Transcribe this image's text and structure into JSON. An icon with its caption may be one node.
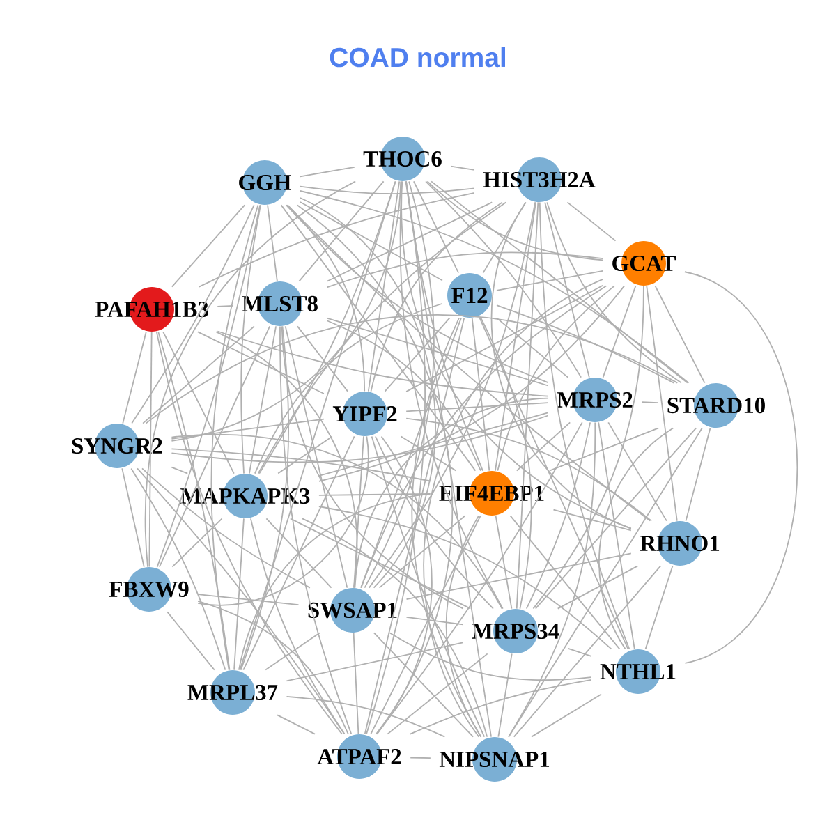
{
  "diagram": {
    "title": "COAD normal",
    "nodes": [
      {
        "text": [
          "THOC6"
        ]
      },
      {
        "text": [
          "HIST3H2A"
        ]
      },
      {
        "text": [
          "GGH"
        ]
      },
      {
        "text": [
          "GCAT"
        ]
      },
      {
        "text": [
          "PAFAH1B3"
        ]
      },
      {
        "text": [
          "MLST8"
        ]
      },
      {
        "text": [
          "F12"
        ]
      },
      {
        "text": [
          "MRPS2"
        ]
      },
      {
        "text": [
          "STARD10"
        ]
      },
      {
        "text": [
          "SYNGR2"
        ]
      },
      {
        "text": [
          "YIPF2"
        ]
      },
      {
        "text": [
          "MAPKAPK3"
        ]
      },
      {
        "text": [
          "EIF4EBP1"
        ]
      },
      {
        "text": [
          "RHNO1"
        ]
      },
      {
        "text": [
          "FBXW9"
        ]
      },
      {
        "text": [
          "SWSAP1"
        ]
      },
      {
        "text": [
          "MRPS34"
        ]
      },
      {
        "text": [
          "NTHL1"
        ]
      },
      {
        "text": [
          "MRPL37"
        ]
      },
      {
        "text": [
          "ATPAF2"
        ]
      },
      {
        "text": [
          "NIPSNAP1"
        ]
      }
    ],
    "edges": [
      {
        "from": 0,
        "to": 1,
        "arrow": "none"
      },
      {
        "from": 0,
        "to": 2,
        "arrow": "none"
      },
      {
        "from": 0,
        "to": 3,
        "arrow": "none"
      },
      {
        "from": 0,
        "to": 5,
        "arrow": "none"
      },
      {
        "from": 0,
        "to": 6,
        "arrow": "none"
      },
      {
        "from": 0,
        "to": 7,
        "arrow": "none"
      },
      {
        "from": 0,
        "to": 8,
        "arrow": "none"
      },
      {
        "from": 0,
        "to": 9,
        "arrow": "none"
      },
      {
        "from": 0,
        "to": 10,
        "arrow": "none"
      },
      {
        "from": 0,
        "to": 11,
        "arrow": "none"
      },
      {
        "from": 0,
        "to": 12,
        "arrow": "none"
      },
      {
        "from": 0,
        "to": 13,
        "arrow": "none"
      },
      {
        "from": 0,
        "to": 14,
        "arrow": "none"
      },
      {
        "from": 0,
        "to": 15,
        "arrow": "none"
      },
      {
        "from": 0,
        "to": 16,
        "arrow": "none"
      },
      {
        "from": 0,
        "to": 18,
        "arrow": "none"
      },
      {
        "from": 0,
        "to": 19,
        "arrow": "none"
      },
      {
        "from": 0,
        "to": 20,
        "arrow": "none"
      },
      {
        "from": 1,
        "to": 2,
        "arrow": "none"
      },
      {
        "from": 1,
        "to": 3,
        "arrow": "none"
      },
      {
        "from": 1,
        "to": 4,
        "arrow": "none"
      },
      {
        "from": 1,
        "to": 5,
        "arrow": "none"
      },
      {
        "from": 1,
        "to": 6,
        "arrow": "none"
      },
      {
        "from": 1,
        "to": 7,
        "arrow": "none"
      },
      {
        "from": 1,
        "to": 8,
        "arrow": "none"
      },
      {
        "from": 1,
        "to": 10,
        "arrow": "none"
      },
      {
        "from": 1,
        "to": 11,
        "arrow": "none"
      },
      {
        "from": 1,
        "to": 12,
        "arrow": "none"
      },
      {
        "from": 1,
        "to": 13,
        "arrow": "none"
      },
      {
        "from": 1,
        "to": 15,
        "arrow": "none"
      },
      {
        "from": 1,
        "to": 16,
        "arrow": "none"
      },
      {
        "from": 1,
        "to": 17,
        "arrow": "none"
      },
      {
        "from": 2,
        "to": 4,
        "arrow": "none"
      },
      {
        "from": 2,
        "to": 5,
        "arrow": "none"
      },
      {
        "from": 2,
        "to": 6,
        "arrow": "none"
      },
      {
        "from": 2,
        "to": 7,
        "arrow": "none"
      },
      {
        "from": 2,
        "to": 8,
        "arrow": "none"
      },
      {
        "from": 2,
        "to": 9,
        "arrow": "none"
      },
      {
        "from": 2,
        "to": 10,
        "arrow": "none"
      },
      {
        "from": 2,
        "to": 11,
        "arrow": "none"
      },
      {
        "from": 2,
        "to": 12,
        "arrow": "none"
      },
      {
        "from": 2,
        "to": 13,
        "arrow": "none"
      },
      {
        "from": 2,
        "to": 14,
        "arrow": "none"
      },
      {
        "from": 2,
        "to": 15,
        "arrow": "none"
      },
      {
        "from": 2,
        "to": 18,
        "arrow": "none"
      },
      {
        "from": 2,
        "to": 19,
        "arrow": "none"
      },
      {
        "from": 3,
        "to": 5,
        "arrow": "none"
      },
      {
        "from": 3,
        "to": 6,
        "arrow": "none"
      },
      {
        "from": 3,
        "to": 7,
        "arrow": "none"
      },
      {
        "from": 3,
        "to": 8,
        "arrow": "none"
      },
      {
        "from": 3,
        "to": 10,
        "arrow": "none"
      },
      {
        "from": 3,
        "to": 11,
        "arrow": "none"
      },
      {
        "from": 3,
        "to": 12,
        "arrow": "none"
      },
      {
        "from": 3,
        "to": 13,
        "arrow": "none"
      },
      {
        "from": 3,
        "to": 15,
        "arrow": "none"
      },
      {
        "from": 3,
        "to": 16,
        "arrow": "none"
      },
      {
        "from": 3,
        "to": 17,
        "arrow": "none"
      },
      {
        "from": 3,
        "to": 20,
        "arrow": "none"
      },
      {
        "from": 4,
        "to": 5,
        "arrow": "none"
      },
      {
        "from": 4,
        "to": 7,
        "arrow": "none"
      },
      {
        "from": 4,
        "to": 9,
        "arrow": "none"
      },
      {
        "from": 4,
        "to": 10,
        "arrow": "none"
      },
      {
        "from": 4,
        "to": 11,
        "arrow": "none"
      },
      {
        "from": 4,
        "to": 14,
        "arrow": "none"
      },
      {
        "from": 4,
        "to": 15,
        "arrow": "none"
      },
      {
        "from": 4,
        "to": 18,
        "arrow": "none"
      },
      {
        "from": 4,
        "to": 19,
        "arrow": "none"
      },
      {
        "from": 5,
        "to": 7,
        "arrow": "none"
      },
      {
        "from": 5,
        "to": 9,
        "arrow": "none"
      },
      {
        "from": 5,
        "to": 10,
        "arrow": "none"
      },
      {
        "from": 5,
        "to": 11,
        "arrow": "none"
      },
      {
        "from": 5,
        "to": 12,
        "arrow": "none"
      },
      {
        "from": 5,
        "to": 14,
        "arrow": "none"
      },
      {
        "from": 5,
        "to": 15,
        "arrow": "none"
      },
      {
        "from": 5,
        "to": 16,
        "arrow": "none"
      },
      {
        "from": 5,
        "to": 18,
        "arrow": "none"
      },
      {
        "from": 5,
        "to": 19,
        "arrow": "none"
      },
      {
        "from": 6,
        "to": 7,
        "arrow": "none"
      },
      {
        "from": 6,
        "to": 8,
        "arrow": "none"
      },
      {
        "from": 6,
        "to": 10,
        "arrow": "none"
      },
      {
        "from": 6,
        "to": 11,
        "arrow": "none"
      },
      {
        "from": 6,
        "to": 12,
        "arrow": "none"
      },
      {
        "from": 6,
        "to": 15,
        "arrow": "none"
      },
      {
        "from": 6,
        "to": 16,
        "arrow": "none"
      },
      {
        "from": 6,
        "to": 17,
        "arrow": "none"
      },
      {
        "from": 6,
        "to": 19,
        "arrow": "none"
      },
      {
        "from": 6,
        "to": 20,
        "arrow": "none"
      },
      {
        "from": 7,
        "to": 8,
        "arrow": "none"
      },
      {
        "from": 7,
        "to": 9,
        "arrow": "none"
      },
      {
        "from": 7,
        "to": 10,
        "arrow": "none"
      },
      {
        "from": 7,
        "to": 11,
        "arrow": "none"
      },
      {
        "from": 7,
        "to": 12,
        "arrow": "none"
      },
      {
        "from": 7,
        "to": 13,
        "arrow": "none"
      },
      {
        "from": 7,
        "to": 15,
        "arrow": "none"
      },
      {
        "from": 7,
        "to": 16,
        "arrow": "none"
      },
      {
        "from": 7,
        "to": 17,
        "arrow": "none"
      },
      {
        "from": 7,
        "to": 19,
        "arrow": "none"
      },
      {
        "from": 7,
        "to": 20,
        "arrow": "none"
      },
      {
        "from": 8,
        "to": 9,
        "arrow": "none"
      },
      {
        "from": 8,
        "to": 12,
        "arrow": "none"
      },
      {
        "from": 8,
        "to": 13,
        "arrow": "none"
      },
      {
        "from": 8,
        "to": 16,
        "arrow": "none"
      },
      {
        "from": 8,
        "to": 17,
        "arrow": "none"
      },
      {
        "from": 8,
        "to": 20,
        "arrow": "none"
      },
      {
        "from": 9,
        "to": 10,
        "arrow": "none"
      },
      {
        "from": 9,
        "to": 11,
        "arrow": "none"
      },
      {
        "from": 9,
        "to": 12,
        "arrow": "none"
      },
      {
        "from": 9,
        "to": 14,
        "arrow": "none"
      },
      {
        "from": 9,
        "to": 15,
        "arrow": "none"
      },
      {
        "from": 9,
        "to": 16,
        "arrow": "none"
      },
      {
        "from": 9,
        "to": 18,
        "arrow": "none"
      },
      {
        "from": 9,
        "to": 19,
        "arrow": "none"
      },
      {
        "from": 10,
        "to": 11,
        "arrow": "none"
      },
      {
        "from": 10,
        "to": 12,
        "arrow": "none"
      },
      {
        "from": 10,
        "to": 13,
        "arrow": "none"
      },
      {
        "from": 10,
        "to": 14,
        "arrow": "none"
      },
      {
        "from": 10,
        "to": 15,
        "arrow": "none"
      },
      {
        "from": 10,
        "to": 16,
        "arrow": "none"
      },
      {
        "from": 10,
        "to": 18,
        "arrow": "none"
      },
      {
        "from": 10,
        "to": 19,
        "arrow": "none"
      },
      {
        "from": 10,
        "to": 20,
        "arrow": "none"
      },
      {
        "from": 11,
        "to": 12,
        "arrow": "none"
      },
      {
        "from": 11,
        "to": 14,
        "arrow": "none"
      },
      {
        "from": 11,
        "to": 15,
        "arrow": "none"
      },
      {
        "from": 11,
        "to": 16,
        "arrow": "none"
      },
      {
        "from": 11,
        "to": 17,
        "arrow": "none"
      },
      {
        "from": 11,
        "to": 18,
        "arrow": "none"
      },
      {
        "from": 11,
        "to": 19,
        "arrow": "none"
      },
      {
        "from": 11,
        "to": 20,
        "arrow": "none"
      },
      {
        "from": 12,
        "to": 13,
        "arrow": "none"
      },
      {
        "from": 12,
        "to": 15,
        "arrow": "none"
      },
      {
        "from": 12,
        "to": 16,
        "arrow": "none"
      },
      {
        "from": 12,
        "to": 17,
        "arrow": "none"
      },
      {
        "from": 12,
        "to": 18,
        "arrow": "none"
      },
      {
        "from": 12,
        "to": 19,
        "arrow": "none"
      },
      {
        "from": 12,
        "to": 20,
        "arrow": "none"
      },
      {
        "from": 13,
        "to": 15,
        "arrow": "none"
      },
      {
        "from": 13,
        "to": 16,
        "arrow": "none"
      },
      {
        "from": 13,
        "to": 17,
        "arrow": "none"
      },
      {
        "from": 13,
        "to": 20,
        "arrow": "none"
      },
      {
        "from": 14,
        "to": 15,
        "arrow": "none"
      },
      {
        "from": 14,
        "to": 18,
        "arrow": "none"
      },
      {
        "from": 14,
        "to": 19,
        "arrow": "none"
      },
      {
        "from": 15,
        "to": 16,
        "arrow": "none"
      },
      {
        "from": 15,
        "to": 17,
        "arrow": "none"
      },
      {
        "from": 15,
        "to": 18,
        "arrow": "none"
      },
      {
        "from": 15,
        "to": 19,
        "arrow": "none"
      },
      {
        "from": 15,
        "to": 20,
        "arrow": "none"
      },
      {
        "from": 16,
        "to": 17,
        "arrow": "none"
      },
      {
        "from": 16,
        "to": 18,
        "arrow": "none"
      },
      {
        "from": 16,
        "to": 19,
        "arrow": "none"
      },
      {
        "from": 16,
        "to": 20,
        "arrow": "none"
      },
      {
        "from": 17,
        "to": 19,
        "arrow": "none"
      },
      {
        "from": 17,
        "to": 20,
        "arrow": "none"
      },
      {
        "from": 18,
        "to": 19,
        "arrow": "none"
      },
      {
        "from": 18,
        "to": 20,
        "arrow": "none"
      },
      {
        "from": 19,
        "to": 20,
        "arrow": "none"
      }
    ]
  }
}
